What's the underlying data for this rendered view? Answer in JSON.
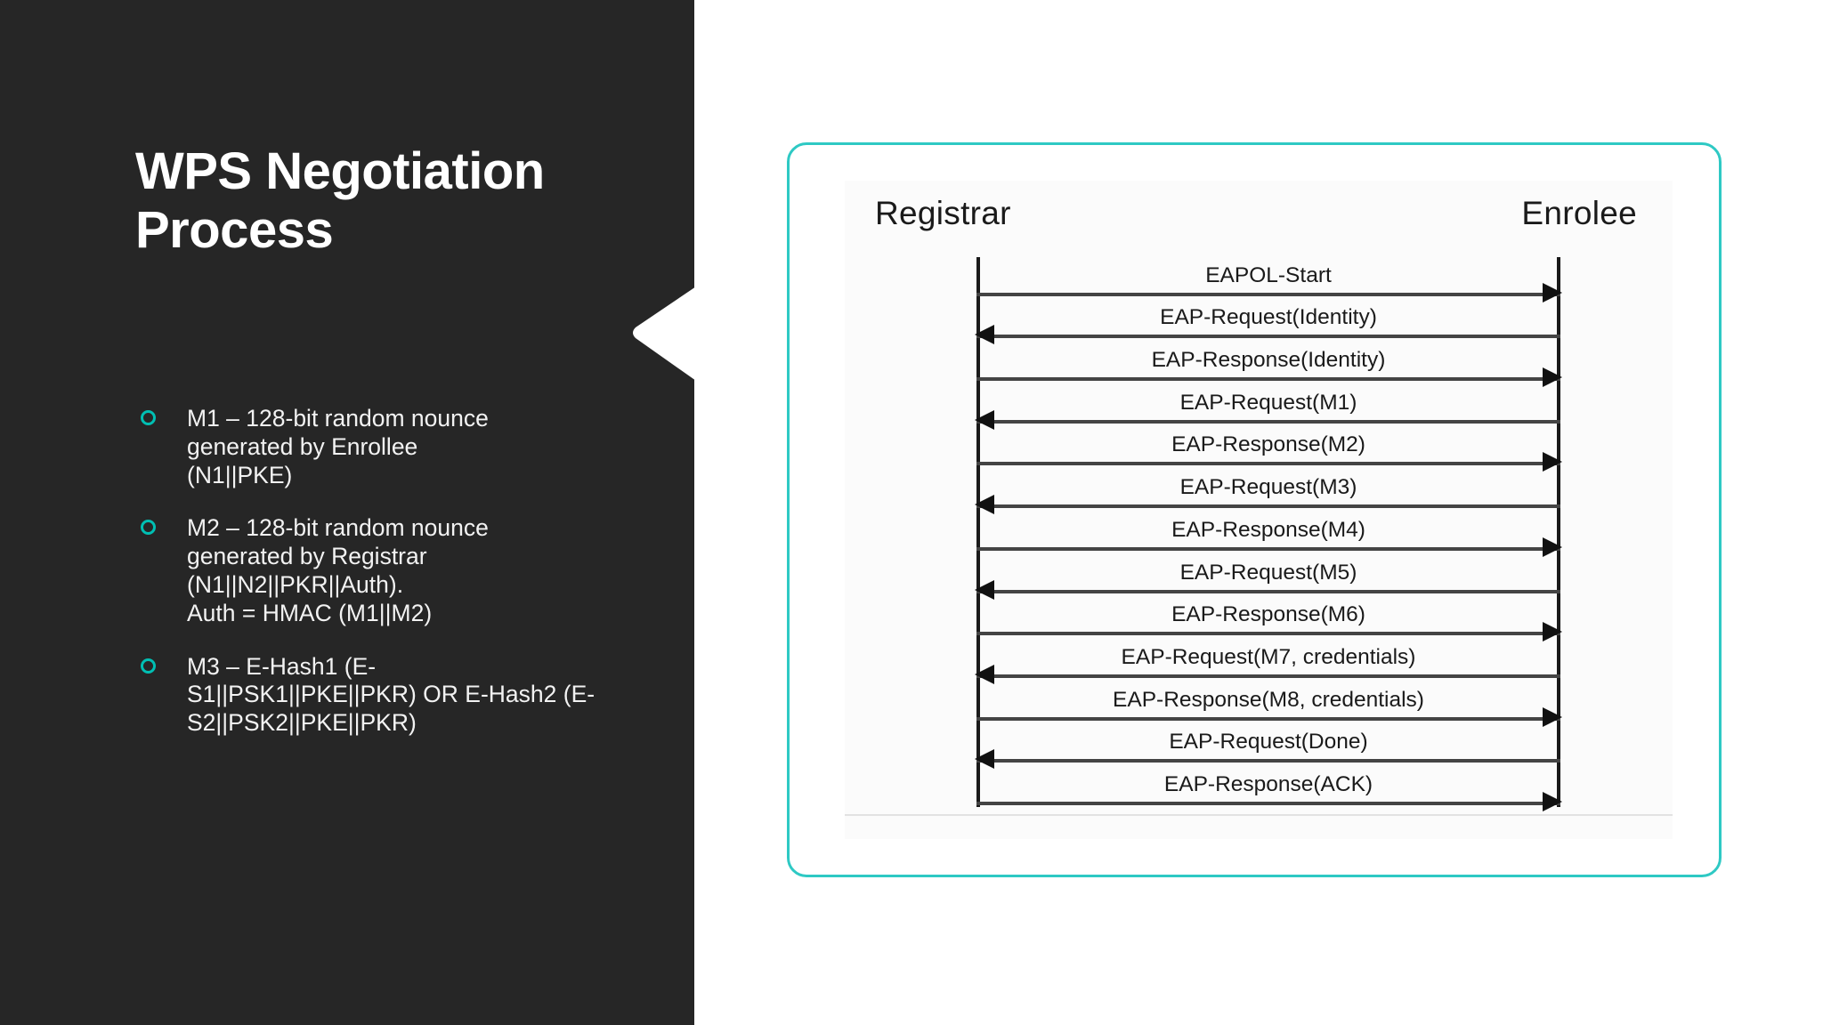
{
  "slide": {
    "title": "WPS Negotiation Process",
    "accent_color": "#00bfb3",
    "panel_color": "#262626",
    "card_border_color": "#2ec9c4"
  },
  "bullets": [
    {
      "text": "M1 – 128-bit random nounce generated by Enrollee\n(N1||PKE)"
    },
    {
      "text": "M2 – 128-bit random nounce generated by Registrar\n(N1||N2||PKR||Auth).\nAuth = HMAC (M1||M2)"
    },
    {
      "text": "M3 – E-Hash1  (E-S1||PSK1||PKE||PKR) OR E-Hash2 (E-S2||PSK2||PKE||PKR)"
    }
  ],
  "diagram": {
    "left_actor": "Registrar",
    "right_actor": "Enrolee",
    "messages": [
      {
        "label": "EAPOL-Start",
        "direction": "to-right"
      },
      {
        "label": "EAP-Request(Identity)",
        "direction": "to-left"
      },
      {
        "label": "EAP-Response(Identity)",
        "direction": "to-right"
      },
      {
        "label": "EAP-Request(M1)",
        "direction": "to-left"
      },
      {
        "label": "EAP-Response(M2)",
        "direction": "to-right"
      },
      {
        "label": "EAP-Request(M3)",
        "direction": "to-left"
      },
      {
        "label": "EAP-Response(M4)",
        "direction": "to-right"
      },
      {
        "label": "EAP-Request(M5)",
        "direction": "to-left"
      },
      {
        "label": "EAP-Response(M6)",
        "direction": "to-right"
      },
      {
        "label": "EAP-Request(M7, credentials)",
        "direction": "to-left"
      },
      {
        "label": "EAP-Response(M8, credentials)",
        "direction": "to-right"
      },
      {
        "label": "EAP-Request(Done)",
        "direction": "to-left"
      },
      {
        "label": "EAP-Response(ACK)",
        "direction": "to-right"
      }
    ]
  }
}
